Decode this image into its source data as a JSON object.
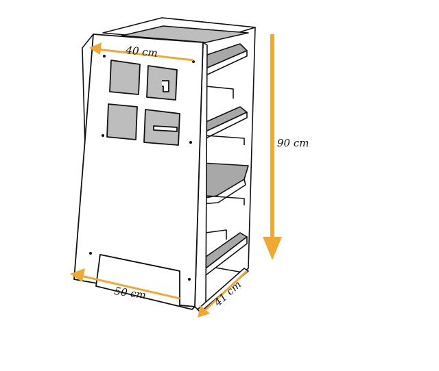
{
  "dimensions": {
    "top_width": "40 cm",
    "height": "90 cm",
    "bottom_width": "50 cm",
    "depth": "41 cm"
  },
  "colors": {
    "arrow": "#f0a830",
    "outline": "#111111",
    "panel": "#ffffff",
    "cutout": "#bdbdbd",
    "shelf": "#a8a8a8"
  }
}
